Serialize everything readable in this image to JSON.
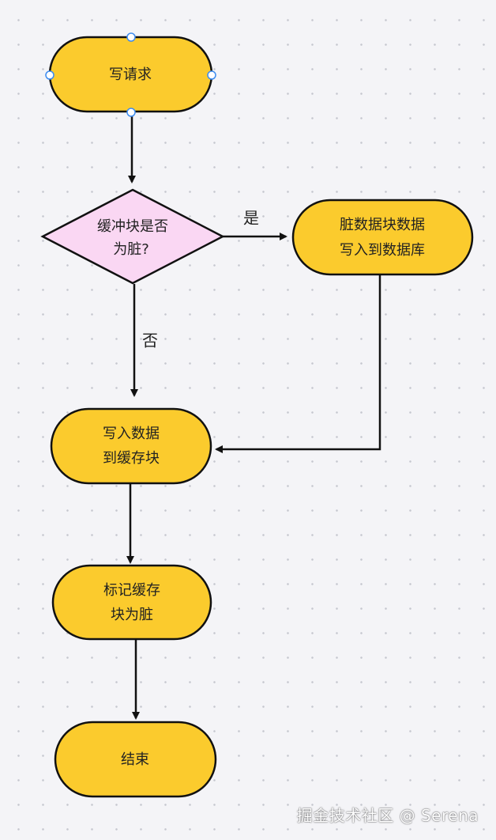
{
  "nodes": {
    "start": "写请求",
    "decision": [
      "缓冲块是否",
      "为脏?"
    ],
    "write_back": [
      "脏数据块数据",
      "写入到数据库"
    ],
    "write_cache": [
      "写入数据",
      "到缓存块"
    ],
    "mark_dirty": [
      "标记缓存",
      "块为脏"
    ],
    "end": "结束"
  },
  "edges": {
    "yes_label": "是",
    "no_label": "否"
  },
  "watermark": "掘金技术社区 @ Serena",
  "colors": {
    "terminal_fill": "#fbcb2d",
    "decision_fill": "#fad7f3",
    "stroke": "#111111",
    "handle_stroke": "#3d8cf0"
  }
}
